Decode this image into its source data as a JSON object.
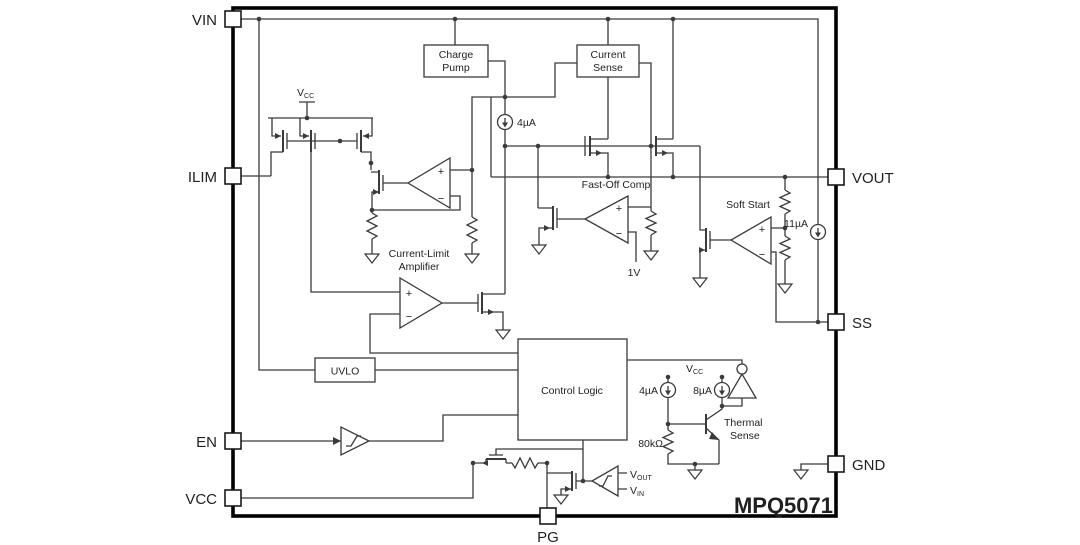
{
  "figure": {
    "part_number": "MPQ5071"
  },
  "pins": {
    "vin": "VIN",
    "ilim": "ILIM",
    "en": "EN",
    "vcc": "VCC",
    "vout": "VOUT",
    "ss": "SS",
    "gnd": "GND",
    "pg": "PG"
  },
  "blocks": {
    "charge_pump_line1": "Charge",
    "charge_pump_line2": "Pump",
    "current_sense_line1": "Current",
    "current_sense_line2": "Sense",
    "uvlo": "UVLO",
    "control_logic": "Control Logic"
  },
  "amplifiers": {
    "current_limit_line1": "Current-Limit",
    "current_limit_line2": "Amplifier",
    "fast_off": "Fast-Off Comp",
    "soft_start": "Soft Start",
    "thermal_line1": "Thermal",
    "thermal_line2": "Sense"
  },
  "values": {
    "i_pullup": "4µA",
    "i_softstart": "11µA",
    "i_thermal_a": "4µA",
    "i_thermal_b": "8µA",
    "r_thermal": "80kΩ",
    "v_ref": "1V"
  },
  "net_labels": {
    "vcc_mirror_main": "V",
    "vcc_mirror_sub": "CC",
    "vcc_thermal_main": "V",
    "vcc_thermal_sub": "CC",
    "pg_vout_main": "V",
    "pg_vout_sub": "OUT",
    "pg_vin_main": "V",
    "pg_vin_sub": "IN"
  },
  "signs": {
    "plus": "+",
    "minus": "−"
  },
  "colors": {
    "background": "#ffffff",
    "wire": "#3a3a3a",
    "border": "#000000",
    "text": "#1f1f1f"
  }
}
